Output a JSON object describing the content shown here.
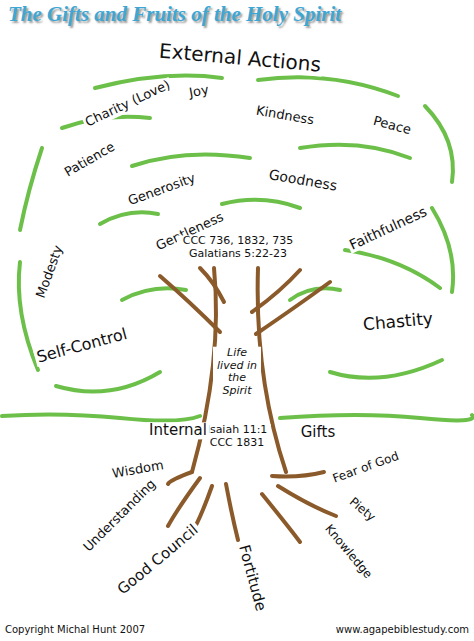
{
  "diagram": {
    "title": "The Gifts and Fruits of the Holy Spirit",
    "labels": [
      "External Actions",
      "Joy",
      "Charity (Love)",
      "Kindness",
      "Peace",
      "Patience",
      "Generosity",
      "Goodness",
      "Gentleness",
      "CCC 736, 1832, 735 Galatians 5:22-23",
      "Faithfulness",
      "Modesty",
      "Self-Control",
      "Chastity",
      "Life lived in the Spirit",
      "Isaiah 11:1 CCC 1831",
      "Internal",
      "Gifts",
      "Wisdom",
      "Understanding",
      "Good Council",
      "Fortitude",
      "Fear of God",
      "Piety",
      "Knowledge",
      "Copyright Michal Hunt 2007",
      "www.agapebiblestudy.com"
    ]
  }
}
